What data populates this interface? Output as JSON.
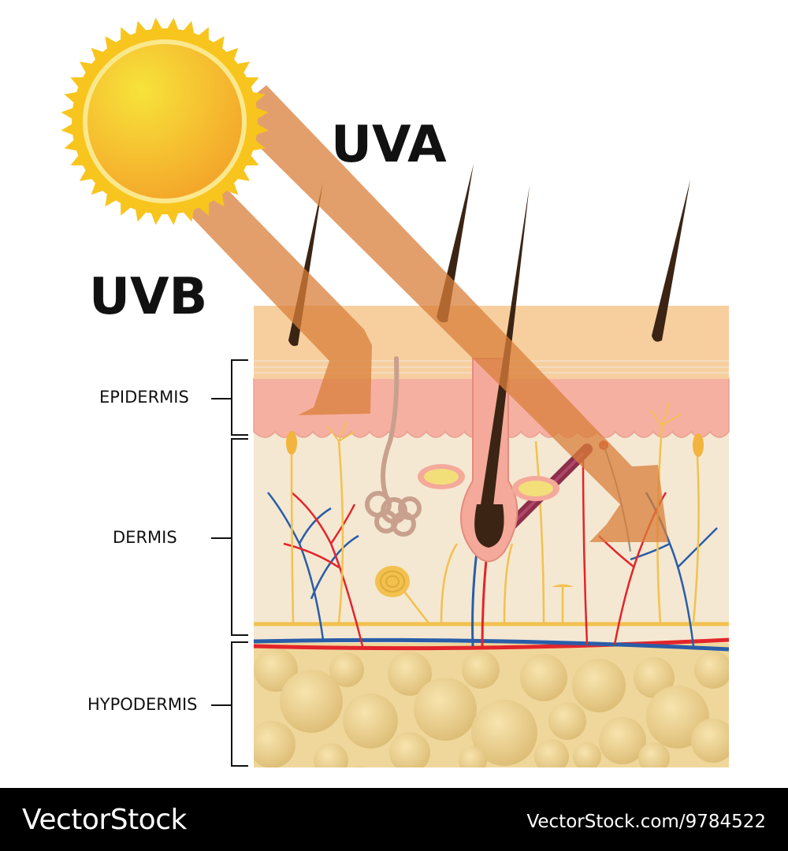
{
  "rays": {
    "uva_label": "UVA",
    "uvb_label": "UVB"
  },
  "layers": {
    "epidermis": "EPIDERMIS",
    "dermis": "DERMIS",
    "hypodermis": "HYPODERMIS"
  },
  "footer": {
    "brand": "VectorStock",
    "url": "VectorStock.com/9784522"
  },
  "colors": {
    "sun_outer": "#f7c51e",
    "sun_inner": "#f5a623",
    "ray": "#e39a57",
    "stratum": "#f7cf9f",
    "epidermis_pink": "#f6b0a2",
    "dermis": "#f4e8d2",
    "fat": "#eccf8d",
    "artery": "#e3242b",
    "vein": "#2a5da8",
    "nerve": "#f2c14e",
    "hair": "#3b2414"
  },
  "icons": [
    "sun-icon",
    "hair-follicle-icon",
    "sweat-gland-icon",
    "sebaceous-gland-icon"
  ]
}
